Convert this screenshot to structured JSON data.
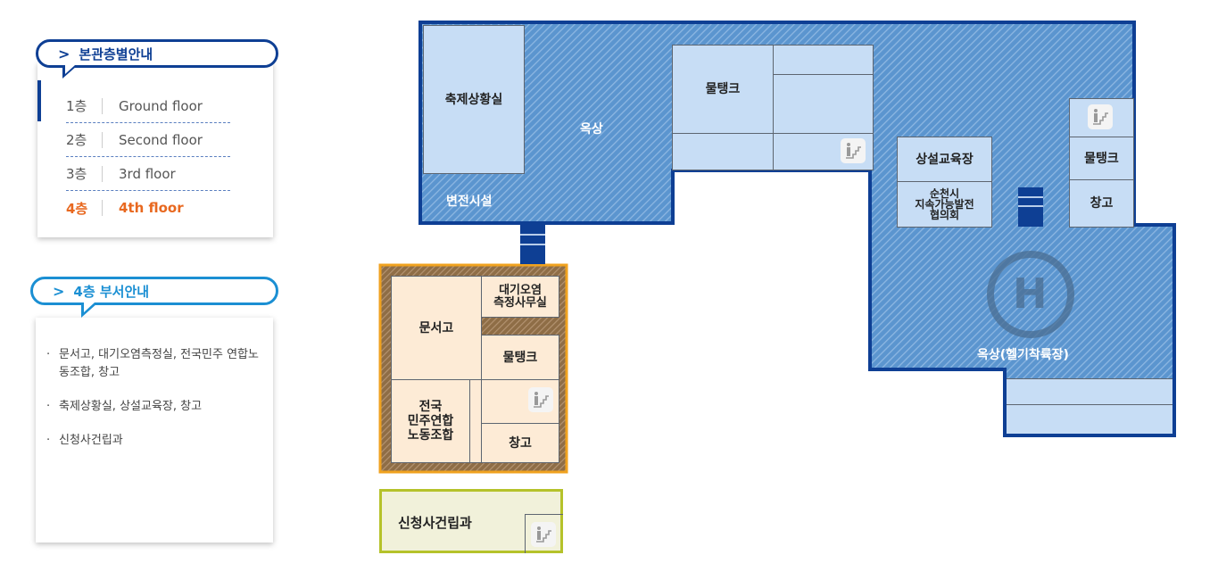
{
  "floor_nav": {
    "title": "본관층별안내",
    "floors": [
      {
        "num": "1층",
        "name": "Ground floor",
        "active": false
      },
      {
        "num": "2층",
        "name": "Second floor",
        "active": false
      },
      {
        "num": "3층",
        "name": "3rd floor",
        "active": false
      },
      {
        "num": "4층",
        "name": "4th floor",
        "active": true
      }
    ]
  },
  "dept_info": {
    "title": "4층 부서안내",
    "items": [
      "문서고, 대기오염측정실, 전국민주 연합노동조합, 창고",
      "축제상황실, 상설교육장, 창고",
      "신청사건립과"
    ]
  },
  "plan": {
    "main_building": {
      "rooms": {
        "festival_room": "축제상황실",
        "rooftop": "옥상",
        "substation": "변전시설",
        "water_tank_1": "물탱크",
        "education_hall": "상설교육장",
        "council": "순천시\n지속가능발전\n협의회",
        "water_tank_2": "물탱크",
        "storage": "창고",
        "heliport": "옥상(헬기착륙장)",
        "heliport_symbol": "H"
      }
    },
    "annex": {
      "rooms": {
        "archive": "문서고",
        "air_office": "대기오염\n측정사무실",
        "water_tank": "물탱크",
        "union": "전국\n민주연합\n노동조합",
        "storage": "창고"
      }
    },
    "new_building": {
      "rooms": {
        "dept": "신청사건립과"
      }
    }
  },
  "colors": {
    "nav_blue": "#0e3f94",
    "bubble_blue": "#1b8fd3",
    "active_orange": "#e8681f",
    "roof_blue": "#5b95cf",
    "room_blue": "#c7ddf5",
    "annex_border": "#f0a21f",
    "annex_room": "#fdebd6",
    "new_border": "#b5c22a",
    "new_room": "#f1f1da"
  }
}
